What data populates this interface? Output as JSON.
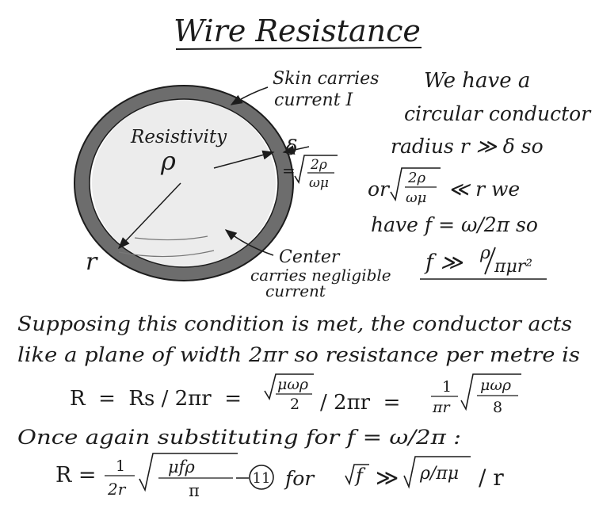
{
  "title": "Wire Resistance",
  "diagram": {
    "skin_label_line1": "Skin carries",
    "skin_label_line2": "current I",
    "resistivity_label": "Resistivity",
    "rho": "ρ",
    "delta": "δ",
    "delta_eq_prefix": "=",
    "frac_2rho": "2ρ",
    "frac_wmu": "ωμ",
    "radius_label": "r",
    "center_line1": "Center",
    "center_line2": "carries negligible",
    "center_line3": "current"
  },
  "right_notes": {
    "line1": "We have a",
    "line2": "circular conductor",
    "line3": "radius r ≫ δ so",
    "line4_or": "or",
    "line4_tail": "≪ r  we",
    "line5": "have f = ω/2π  so",
    "line6_f": "f ≫",
    "line6_rho": "ρ",
    "line6_den": "πμr²"
  },
  "body": {
    "line1": "Supposing this condition is met, the conductor acts",
    "line2": "like a plane of width 2πr so resistance per metre is"
  },
  "eq1": {
    "lhs": "R  =  Rs / 2πr  =",
    "num": "μωρ",
    "den": "2",
    "mid": "/ 2πr  =",
    "one": "1",
    "pir": "πr",
    "num2": "μωρ",
    "den2": "8"
  },
  "once_again": "Once again substituting for f = ω/2π :",
  "eq2": {
    "lhs": "R =",
    "one": "1",
    "two_r": "2r",
    "num": "μfρ",
    "den": "π",
    "tag": "11",
    "for": "for",
    "sqrtf": "f",
    "gg": "≫",
    "rho_over": "ρ/πμ",
    "over_r": "/ r"
  }
}
